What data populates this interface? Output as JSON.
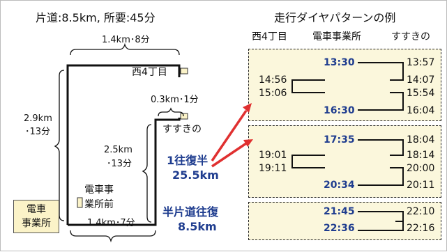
{
  "route": {
    "summary": "片道:8.5km, 所要:45分",
    "seg_top": "1.4km･8分",
    "seg_left_km": "2.9km",
    "seg_left_min": "･13分",
    "seg_short": "0.3km･1分",
    "seg_mid_km": "2.5km",
    "seg_mid_min": "･13分",
    "seg_bottom": "1.4km･7分",
    "depot_line1": "電車",
    "depot_line2": "事業所",
    "stop_nishi4": "西4丁目",
    "stop_susukino": "すすきの",
    "stop_depot_front_line1": "電車事",
    "stop_depot_front_line2": "業所前"
  },
  "patterns": {
    "one_half_line1": "1往復半",
    "one_half_line2": "25.5km",
    "half_line1": "半片道往復",
    "half_line2": "8.5km"
  },
  "schedule": {
    "title": "走行ダイヤパターンの例",
    "col_nishi4": "西4丁目",
    "col_depot": "電車事業所",
    "col_susukino": "すすきの",
    "trip1": {
      "depot_start": "13:30",
      "suskino_arr": "13:57",
      "suskino_dep": "14:07",
      "nishi4_arr": "14:56",
      "nishi4_dep": "15:06",
      "suskino_arr2": "15:54",
      "suskino_dep2": "16:04",
      "depot_end": "16:30"
    },
    "trip2": {
      "depot_start": "17:35",
      "suskino_arr": "18:04",
      "suskino_dep": "18:14",
      "nishi4_arr": "19:01",
      "nishi4_dep": "19:11",
      "suskino_arr2": "20:00",
      "suskino_dep2": "20:11",
      "depot_end": "20:34"
    },
    "trip3": {
      "depot_start": "21:45",
      "suskino_arr": "22:10",
      "suskino_dep": "22:16",
      "depot_end": "22:36"
    }
  },
  "colors": {
    "line": "#111111",
    "accent_blue": "#1f3d8f",
    "arrow_red": "#e03030",
    "box_fill": "#fbf7dc",
    "stop_fill": "#fbf3c8"
  }
}
